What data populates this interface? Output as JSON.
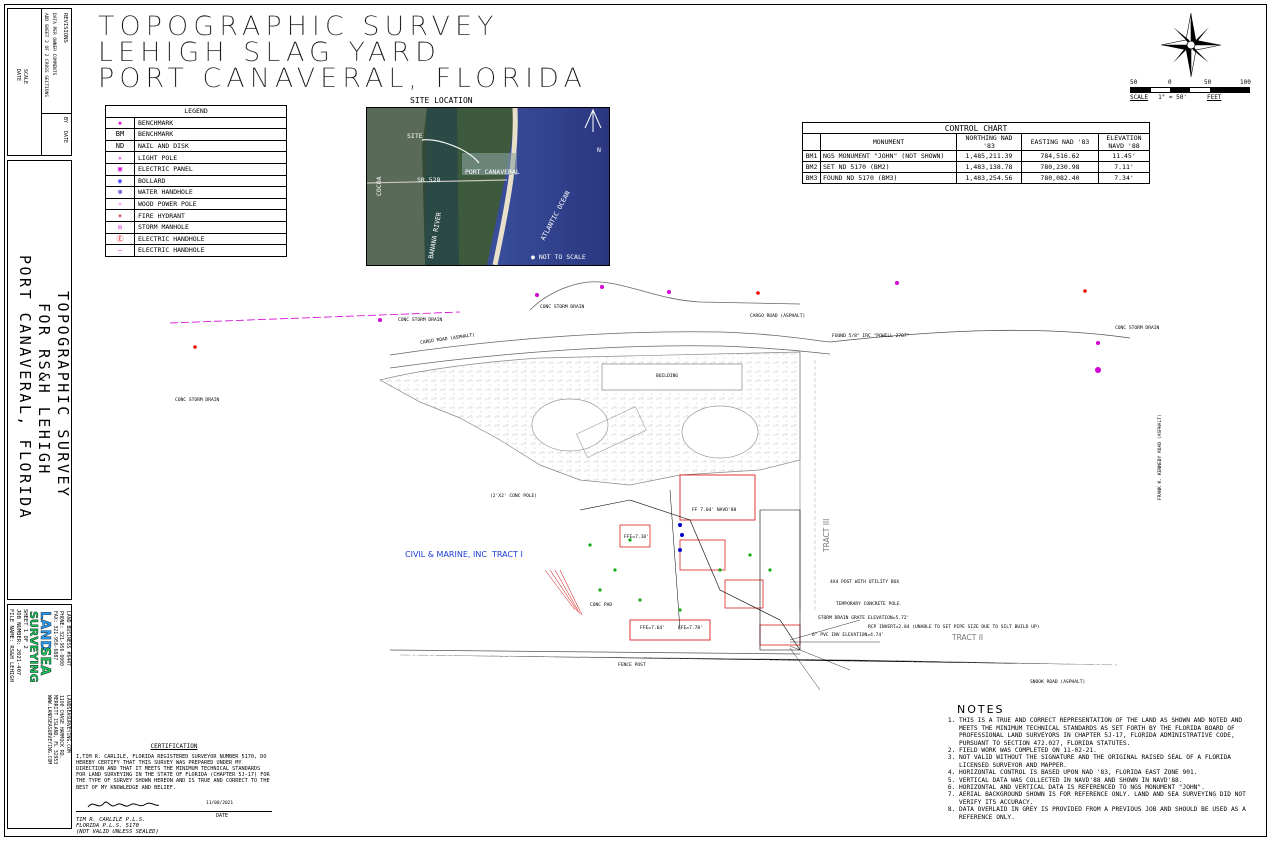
{
  "title": {
    "line1": "TOPOGRAPHIC SURVEY",
    "line2": "LEHIGH SLAG YARD",
    "line3": "PORT CANAVERAL, FLORIDA"
  },
  "side_title": {
    "line1": "TOPOGRAPHIC SURVEY",
    "line2": "FOR RS&H LEHIGH",
    "line3": "PORT CANAVERAL, FLORIDA"
  },
  "revisions": {
    "header": "REVISIONS",
    "col_by": "BY",
    "col_date": "DATE",
    "rows": [
      "DATA PER OWNER COMMENTS",
      "ADD SHEET 2 OF 2 CROSS SECTIONS"
    ],
    "scale_label": "SCALE",
    "date_label": "DATE"
  },
  "company": {
    "name1": "LAND",
    "name2": "SEA",
    "name3": "SURVEYING",
    "phone": "PHONE: 321-956-0000",
    "fax": "FAX: 321-956-6887",
    "email": "LANDSEASURVEYING.COM",
    "addr1": "1100 CHASE HAMMOCK RD.",
    "addr2": "MERRITT ISLAND, FL 32953",
    "web": "WWW.LANDSEASURVEYING.COM",
    "lb": "LAND BUSINESS #6447",
    "sheet": "SHEET 1 OF 2",
    "job": "JOB NUMBER: 2021-407",
    "file": "FILE NAME: RS&H LEHIGH"
  },
  "legend": {
    "header": "LEGEND",
    "items": [
      {
        "symbol": "◈",
        "label": "BENCHMARK"
      },
      {
        "symbol": "BM",
        "label": "BENCHMARK"
      },
      {
        "symbol": "ND",
        "label": "NAIL AND DISK"
      },
      {
        "symbol": "✳",
        "label": "LIGHT POLE"
      },
      {
        "symbol": "▣",
        "label": "ELECTRIC PANEL"
      },
      {
        "symbol": "◉",
        "label": "BOLLARD"
      },
      {
        "symbol": "⊛",
        "label": "WATER HANDHOLE"
      },
      {
        "symbol": "✧",
        "label": "WOOD POWER POLE"
      },
      {
        "symbol": "✶",
        "label": "FIRE HYDRANT"
      },
      {
        "symbol": "◎",
        "label": "STORM MANHOLE"
      },
      {
        "symbol": "Ⓔ",
        "label": "ELECTRIC HANDHOLE"
      },
      {
        "symbol": "—",
        "label": "ELECTRIC HANDHOLE"
      }
    ]
  },
  "site_location": {
    "title": "SITE LOCATION",
    "site": "SITE",
    "port": "PORT CANAVERAL",
    "sr": "SR 528",
    "cocoa": "COCOA",
    "river": "BANANA RIVER",
    "ocean": "ATLANTIC OCEAN",
    "not_to_scale": "● NOT TO SCALE",
    "north": "N"
  },
  "control_chart": {
    "title": "CONTROL CHART",
    "headers": [
      "",
      "MONUMENT",
      "NORTHING NAD '83",
      "EASTING NAD '83",
      "ELEVATION NAVD '88"
    ],
    "rows": [
      [
        "BM1",
        "NGS MONUMENT \"JOHN\" (NOT SHOWN)",
        "1,485,211.39",
        "784,516.62",
        "11.45'"
      ],
      [
        "BM2",
        "SET ND 5170 (BM2)",
        "1,483,138.78",
        "780,230.98",
        "7.11'"
      ],
      [
        "BM3",
        "FOUND ND 5170 (BM3)",
        "1,483,254.56",
        "780,082.40",
        "7.34'"
      ]
    ]
  },
  "scale_bar": {
    "ticks": [
      "50",
      "0",
      "50",
      "100"
    ],
    "label": "SCALE",
    "ratio": "1\" = 50'",
    "unit": "FEET"
  },
  "notes": {
    "header": "NOTES",
    "items": [
      "THIS IS A TRUE AND CORRECT REPRESENTATION OF THE LAND AS SHOWN AND NOTED AND MEETS THE MINIMUM TECHNICAL STANDARDS AS SET FORTH BY THE FLORIDA BOARD OF PROFESSIONAL LAND SURVEYORS IN CHAPTER 5J-17, FLORIDA ADMINISTRATIVE CODE, PURSUANT TO SECTION 472.027, FLORIDA STATUTES.",
      "FIELD WORK WAS COMPLETED ON 11-02-21.",
      "NOT VALID WITHOUT THE SIGNATURE AND THE ORIGINAL RAISED SEAL OF A FLORIDA LICENSED SURVEYOR AND MAPPER.",
      "HORIZONTAL CONTROL IS BASED UPON NAD '83, FLORIDA EAST ZONE 901.",
      "VERTICAL DATA WAS COLLECTED IN NAVD'88 AND SHOWN IN NAVD'88.",
      "HORIZONTAL AND VERTICAL DATA IS REFERENCED TO NGS MONUMENT \"JOHN\".",
      "AERIAL BACKGROUND SHOWN IS FOR REFERENCE ONLY. LAND AND SEA SURVEYING DID NOT VERIFY ITS ACCURACY.",
      "DATA OVERLAID IN GREY IS PROVIDED FROM A PREVIOUS JOB AND SHOULD BE USED AS A REFERENCE ONLY."
    ]
  },
  "certification": {
    "header": "CERTIFICATION",
    "body": "I,TIM R. CARLILE, FLORIDA REGISTERED SURVEYOR NUMBER 5170, DO HEREBY CERTIFY THAT THIS SURVEY WAS PREPARED UNDER MY DIRECTION AND THAT IT MEETS THE MINIMUM TECHNICAL STANDARDS FOR LAND SURVEYING IN THE STATE OF FLORIDA (CHAPTER 5J-17) FOR THE TYPE OF SURVEY SHOWN HEREON AND IS TRUE AND CORRECT TO THE BEST OF MY KNOWLEDGE AND BELIEF.",
    "date_value": "11/08/2021",
    "date_label": "DATE",
    "name": "TIM R. CARLILE P.L.S.",
    "license": "FLORIDA P.L.S. 5170",
    "valid": "(NOT VALID UNLESS SEALED)"
  },
  "plan": {
    "storm_drain": "CONC STORM DRAIN",
    "cargo_road": "CARGO ROAD (ASPHALT)",
    "cargo_road_2": "CARGO ROAD (ASPHALT)",
    "building": "BUILDING",
    "civil": "CIVIL & MARINE, INC",
    "tract1": "TRACT I",
    "tract2": "TRACT II",
    "tract3": "TRACT III",
    "snook": "SNOOK ROAD (ASPHALT)",
    "frank": "FRANK K. KENNEDY ROAD (ASPHALT)",
    "fence": "FENCE POST",
    "temp_pole": "TEMPORARY CONCRETE POLE",
    "found_bm": "FOUND 5/8\" IRC \"POWELL 2707\"",
    "ffe1": "FFE=7.10'",
    "ffe2": "FFE=7.64'",
    "ffe3": "FFE=7.78'",
    "ffe4": "FF 7.04' NAVD'88",
    "grate": "STORM DRAIN GRATE ELEVATION=5.72'",
    "rcp": "RCP INVERT=2.84 (UNABLE TO SET PIPE SIZE DUE TO SILT BUILD UP)",
    "pvc": "6\" PVC INV ELEVATION=4.74'",
    "post": "4X4 POST WITH UTILITY BOX",
    "conc_pad": "CONC PAD",
    "conc_pole": "(2'X2' CONC POLE)"
  }
}
